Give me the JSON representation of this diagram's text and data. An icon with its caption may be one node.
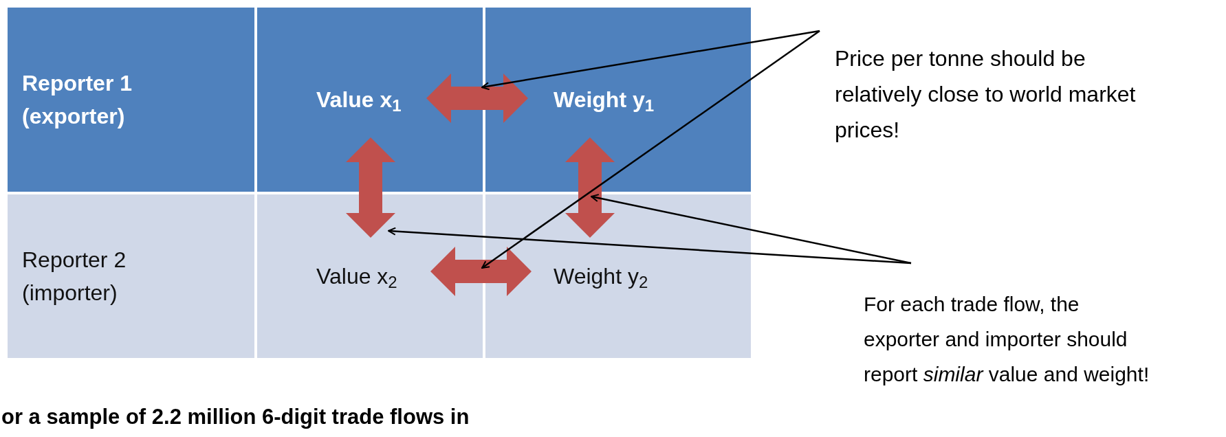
{
  "diagram": {
    "nodes": [
      {
        "text": [
          "Reporter 1 (exporter)"
        ]
      },
      {
        "text": [
          "Value x$_{1}$"
        ]
      },
      {
        "text": [
          "Weight y$_{1}$"
        ]
      },
      {
        "text": [
          "Reporter 2 (importer)"
        ]
      },
      {
        "text": [
          "Value x$_{2}$"
        ]
      },
      {
        "text": [
          "Weight y$_{2}$"
        ]
      },
      {
        "text": [
          "Price per tonne should be relatively close to world market prices!"
        ]
      },
      {
        "text": [
          "For each trade flow, the exporter and importer should report *similar* value and weight!"
        ]
      }
    ],
    "edges": [
      {
        "from": 1,
        "to": 2,
        "arrow": "both",
        "style": "thick",
        "color": "#c0504d"
      },
      {
        "from": 1,
        "to": 4,
        "arrow": "both",
        "style": "thick",
        "color": "#c0504d"
      },
      {
        "from": 2,
        "to": 5,
        "arrow": "both",
        "style": "thick",
        "color": "#c0504d"
      },
      {
        "from": 4,
        "to": 5,
        "arrow": "both",
        "style": "thick",
        "color": "#c0504d"
      },
      {
        "from": 6,
        "to": 1,
        "arrow": "to"
      },
      {
        "from": 6,
        "to": 4,
        "arrow": "to"
      },
      {
        "from": 7,
        "to": 5,
        "arrow": "to"
      },
      {
        "from": 7,
        "to": 4,
        "arrow": "to"
      }
    ],
    "labels": [
      "or a sample of 2.2 million 6-digit trade flows in"
    ]
  }
}
